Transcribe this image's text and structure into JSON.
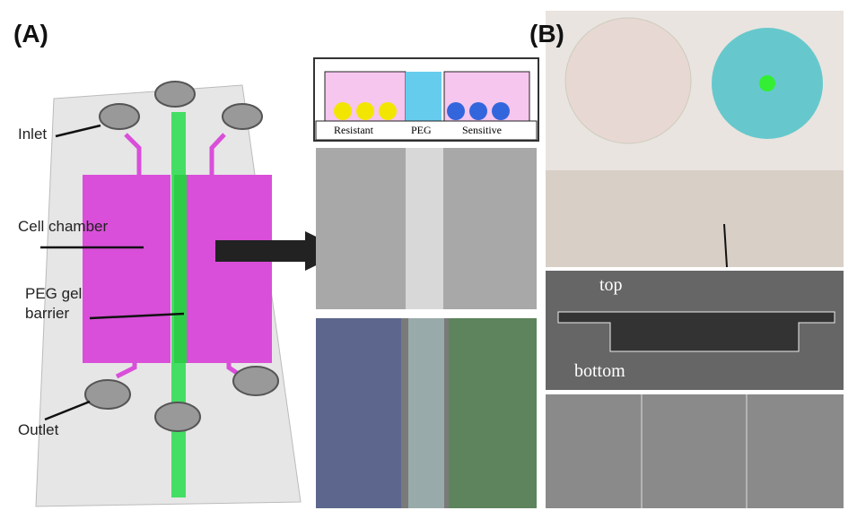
{
  "panel_a": {
    "label": "(A)",
    "callouts": {
      "inlet": "Inlet",
      "cell_chamber": "Cell chamber",
      "peg_barrier_line1": "PEG gel",
      "peg_barrier_line2": "barrier",
      "outlet": "Outlet"
    },
    "schematic_labels": {
      "resistant": "Resistant",
      "peg": "PEG",
      "sensitive": "Sensitive"
    }
  },
  "panel_b": {
    "label": "(B)",
    "sem_labels": {
      "top": "top",
      "bottom": "bottom"
    }
  },
  "colors": {
    "chamber": "#d94fd9",
    "barrier": "#33dd55",
    "resistant_cell": "#f2e600",
    "sensitive_cell": "#3366dd",
    "peg": "#66ccee"
  }
}
